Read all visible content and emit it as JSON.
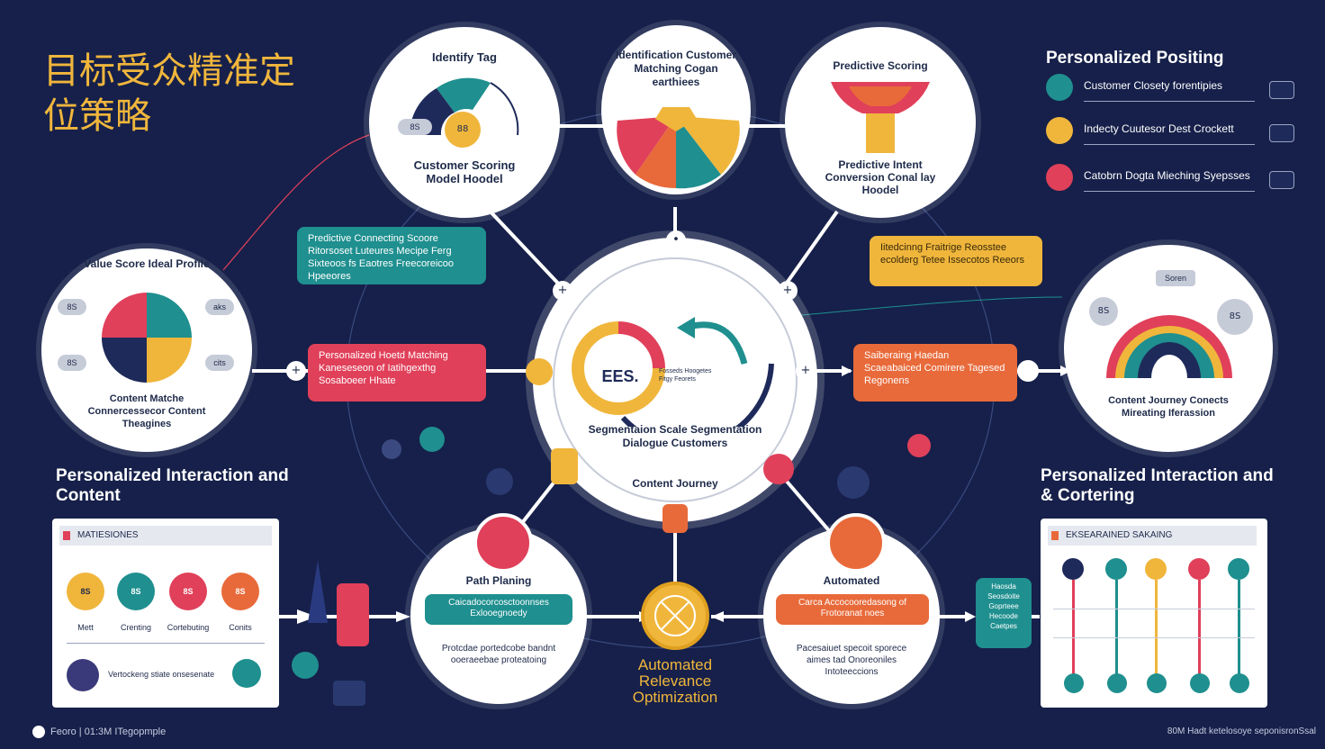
{
  "title_cn": "目标受众精准定位策略",
  "colors": {
    "background": "#16204a",
    "teal": "#1f8f8f",
    "red": "#e0405a",
    "orange": "#e86a3a",
    "yellow": "#f0b63c",
    "navy": "#1e2a5a"
  },
  "top_left_circle": {
    "header": "Identify Tag",
    "badge_left": "8S",
    "badge_center": "88",
    "label": "Customer Scoring Model Hoodel"
  },
  "top_center_circle": {
    "header": "Identification Customer Matching Cogan earthiees"
  },
  "top_right_circle": {
    "header": "Predictive Scoring",
    "label": "Predictive Intent Conversion Conal lay Hoodel"
  },
  "personalized_positioning": {
    "title": "Personalized Positing",
    "rows": [
      {
        "text": "Customer Closety forentipies",
        "color": "#1f8f8f"
      },
      {
        "text": "Indecty Cuutesor Dest Crockett",
        "color": "#f0b63c"
      },
      {
        "text": "Catobrn Dogta Mieching Syepsses",
        "color": "#e0405a"
      }
    ]
  },
  "left_circle": {
    "header": "Value Score Ideal Profile",
    "pills": [
      "8S",
      "8S",
      "aks",
      "cits"
    ],
    "label": "Content Matche Connercessecor Content Theagines"
  },
  "right_circle": {
    "tag": "Soren",
    "badge_left": "8S",
    "badge_right": "8S",
    "label": "Content Journey Conects Mireating Iferassion"
  },
  "banners": {
    "teal_top": "Predictive Connecting Scoore Ritorsoset Luteures Mecipe Ferg Sixteoos fs Eaotres Freecoreicoo Hpeeores",
    "yellow_right": "Iitedcinng Fraitrige Reosstee ecolderg Tetee Issecotos Reeors",
    "red_left": "Personalized Hoetd Matching Kaneseseon of Iatihgexthg Sosaboeer Hhate",
    "orange_right": "Saiberaing Haedan Scaeabaiced Comirere Tagesed Regonens"
  },
  "center": {
    "badge": "EES.",
    "small_text": "Fosseds Hoogetes Fitgy Feorets",
    "label": "Segmentaion Scale Segmentation Dialogue Customers",
    "bottom": "Content Journey"
  },
  "left_section_title": "Personalized Interaction and Content",
  "right_section_title": "Personalized Interaction and & Cortering",
  "left_panel": {
    "header": "MATIESIONES",
    "bubbles": [
      {
        "value": "8S",
        "label": "Mett",
        "color": "#f0b63c"
      },
      {
        "value": "8S",
        "label": "Crenting",
        "color": "#1f8f8f"
      },
      {
        "value": "8S",
        "label": "Cortebuting",
        "color": "#e0405a"
      },
      {
        "value": "8S",
        "label": "Conits",
        "color": "#e86a3a"
      }
    ],
    "footer_text": "Vertockeng stiate onsesenate"
  },
  "bottom_left_circle": {
    "header": "Path Planing",
    "banner": "Caicadocorcosctoonnses Exlooegnoedy",
    "label": "Protcdae portedcobe bandnt ooeraeebae proteatoing"
  },
  "bottom_center": {
    "label": "Automated Relevance Optimization"
  },
  "bottom_right_circle": {
    "header": "Automated",
    "banner": "Carca Accocooredasong of Frotoranat noes",
    "label": "Pacesaiuet specoit sporece aimes tad Onoreoniles Intoteeccions"
  },
  "small_teal_card": "Haosda Seosdoite Goprteee Hecoode Caetpes",
  "right_panel": {
    "header": "EKSEARAINED SAKAING",
    "stems": 5
  },
  "footer": {
    "left": "Feoro | 01:3M ITegopmple",
    "right": "80M Hadt ketelosoye seponisronSsal"
  }
}
